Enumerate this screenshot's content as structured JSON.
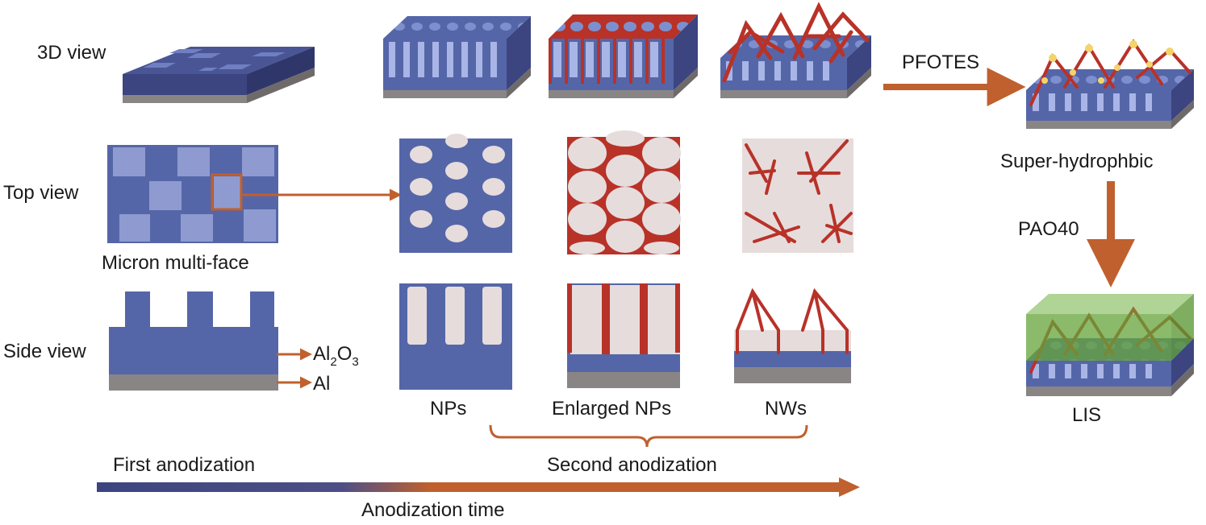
{
  "rows": {
    "view_3d": "3D view",
    "view_top": "Top view",
    "view_side": "Side view"
  },
  "labels": {
    "micron": "Micron multi-face",
    "al2o3_base": "Al",
    "al2o3_sub1": "2",
    "al2o3_o": "O",
    "al2o3_sub2": "3",
    "al": "Al",
    "nps": "NPs",
    "enlarged": "Enlarged NPs",
    "nws": "NWs",
    "pfotes": "PFOTES",
    "superhydro": "Super-hydrophbic",
    "pao40": "PAO40",
    "lis": "LIS",
    "first": "First anodization",
    "second": "Second anodization",
    "time": "Anodization time"
  },
  "colors": {
    "oxide": "#5566a8",
    "oxide_dark": "#3c4580",
    "oxide_light": "#8f9bd0",
    "aluminum": "#8a8585",
    "pore": "#e6dcdc",
    "wire": "#b83228",
    "arrow": "#c0602e",
    "oil": "#6fae3f",
    "flake": "#f4d46a"
  }
}
